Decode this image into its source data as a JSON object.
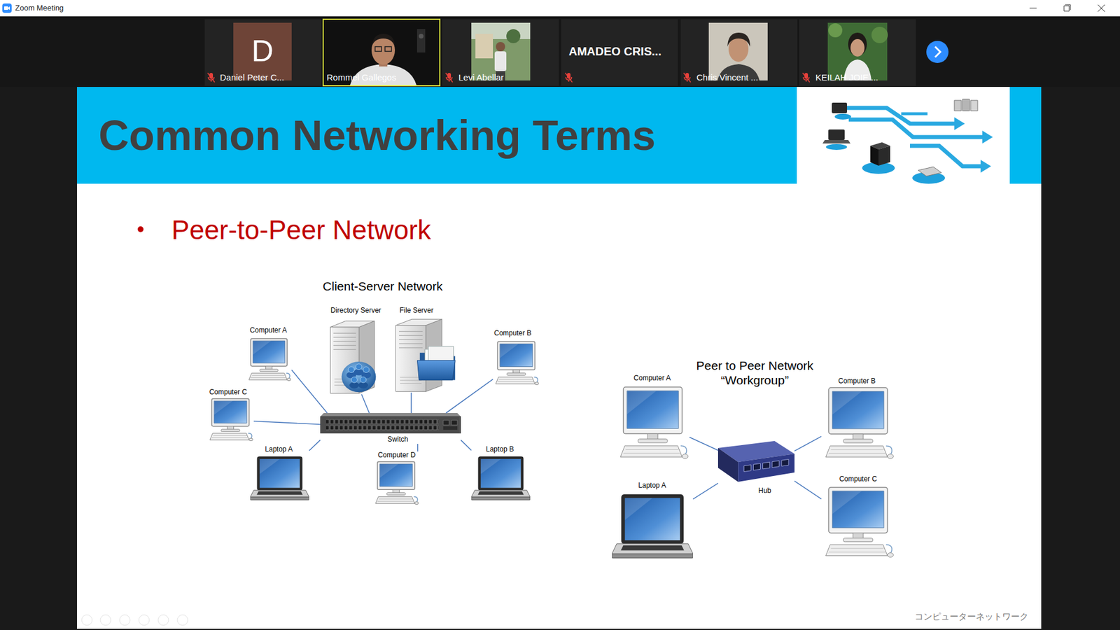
{
  "diagram": {
    "title": "Common Networking Terms",
    "nodes": [
      {
        "text": [
          "Directory Server"
        ]
      },
      {
        "text": [
          "File Server"
        ]
      },
      {
        "text": [
          "Computer A"
        ]
      },
      {
        "text": [
          "Computer B"
        ]
      },
      {
        "text": [
          "Computer C"
        ]
      },
      {
        "text": [
          "Switch"
        ]
      },
      {
        "text": [
          "Laptop A"
        ]
      },
      {
        "text": [
          "Computer D"
        ]
      },
      {
        "text": [
          "Laptop B"
        ]
      },
      {
        "text": [
          "Computer A"
        ]
      },
      {
        "text": [
          "Computer B"
        ]
      },
      {
        "text": [
          "Hub"
        ]
      },
      {
        "text": [
          "Laptop A"
        ]
      },
      {
        "text": [
          "Computer C"
        ]
      }
    ],
    "edges": [
      {
        "from": 2,
        "to": 5,
        "arrow": "none"
      },
      {
        "from": 0,
        "to": 5,
        "arrow": "none"
      },
      {
        "from": 1,
        "to": 5,
        "arrow": "none"
      },
      {
        "from": 3,
        "to": 5,
        "arrow": "none"
      },
      {
        "from": 4,
        "to": 5,
        "arrow": "none"
      },
      {
        "from": 6,
        "to": 5,
        "arrow": "none"
      },
      {
        "from": 7,
        "to": 5,
        "arrow": "none"
      },
      {
        "from": 8,
        "to": 5,
        "arrow": "none"
      },
      {
        "from": 9,
        "to": 11,
        "arrow": "none"
      },
      {
        "from": 10,
        "to": 11,
        "arrow": "none"
      },
      {
        "from": 12,
        "to": 11,
        "arrow": "none"
      },
      {
        "from": 13,
        "to": 11,
        "arrow": "none"
      }
    ],
    "labels": [
      "Zoom Meeting",
      "D",
      "Daniel Peter C...",
      "Rommel Gallegos",
      "Levi Abellar",
      "AMADEO CRIS...",
      "Chris Vincent ...",
      "KEILAH JOIE ...",
      "Peer-to-Peer Network",
      "Client-Server Network",
      "Peer to Peer Network “Workgroup”",
      "コンピューターネットワーク"
    ]
  }
}
